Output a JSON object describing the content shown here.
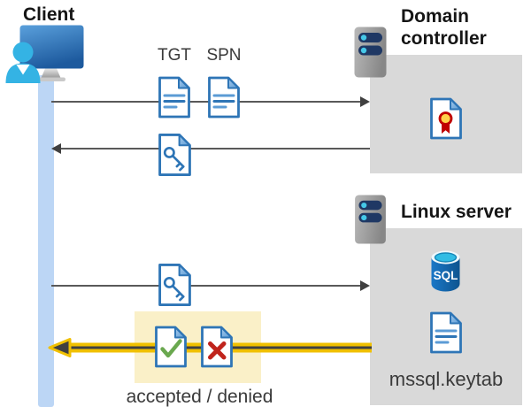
{
  "diagram": {
    "client": {
      "label": "Client"
    },
    "domain_controller": {
      "label": "Domain controller"
    },
    "linux_server": {
      "label": "Linux server",
      "keytab_label": "mssql.keytab"
    },
    "tickets": {
      "tgt": "TGT",
      "spn": "SPN"
    },
    "result_label": "accepted / denied",
    "sql_icon_label": "SQL"
  },
  "colors": {
    "heading_black": "#151515",
    "text_dark": "#3a3a3a",
    "panel_gray": "#d9d9d9",
    "lifeline_blue": "#bcd6f5",
    "arrow_gray": "#595959",
    "arrowhead_gray": "#404040",
    "highlight_yellow_bg": "#faf0c8",
    "arrow_yellow": "#f0c000",
    "doc_blue": "#2e75b6",
    "doc_line_blue": "#5b9bd5",
    "fold_blue": "#8ab8e4",
    "check_green": "#6aa84f",
    "cross_red": "#c0241c",
    "seal_yellow": "#ffd24a",
    "seal_red": "#c00000",
    "sql_body_blue": "#1267b1",
    "sql_top_cyan": "#31bce4",
    "server_pill_navy": "#1f3864",
    "server_dot_cyan": "#45c8e8",
    "person_cyan": "#34b3e4"
  }
}
